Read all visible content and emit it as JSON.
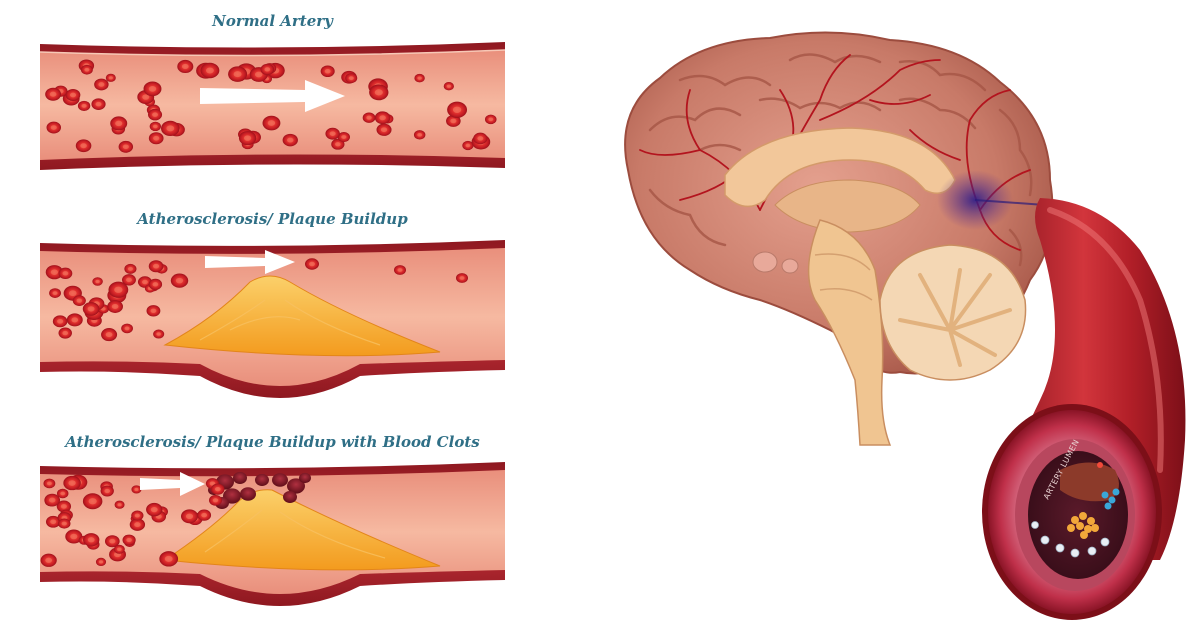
{
  "panels": [
    {
      "title": "Normal Artery"
    },
    {
      "title": "Atherosclerosis/ Plaque Buildup"
    },
    {
      "title": "Atherosclerosis/ Plaque Buildup with Blood Clots"
    }
  ],
  "cross_section": {
    "label": "ARTERY LUMEN"
  },
  "colors": {
    "title": "#2f6f86",
    "vessel_wall": "#b8232c",
    "vessel_inner": "#f3a88e",
    "red_cell": "#d9252f",
    "plaque": "#f5a623",
    "clot": "#7a1420",
    "brain": "#c67766",
    "arrow": "#ffffff"
  },
  "icons": [
    "flow-arrow-icon"
  ]
}
